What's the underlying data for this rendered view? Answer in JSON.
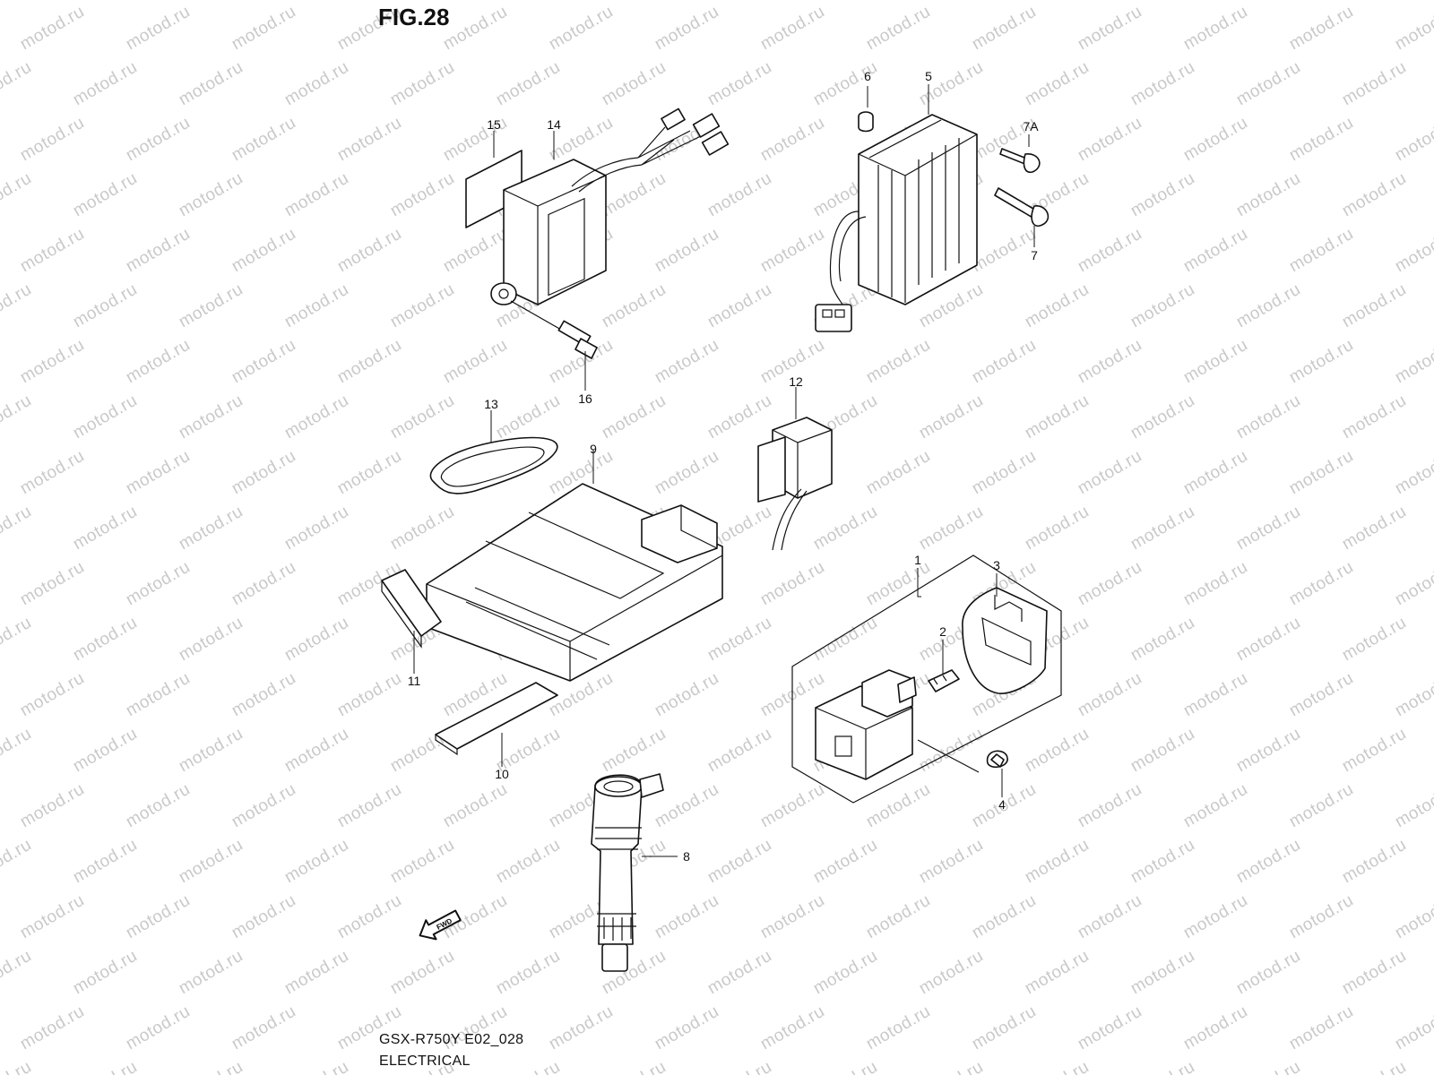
{
  "figure": {
    "title": "FIG.28",
    "model_code": "GSX-R750Y E02_028",
    "section": "ELECTRICAL",
    "watermark": "motod.ru",
    "fwd_marker": "FWD"
  },
  "callouts": [
    {
      "id": "c1",
      "text": "1"
    },
    {
      "id": "c2",
      "text": "2"
    },
    {
      "id": "c3",
      "text": "3"
    },
    {
      "id": "c4",
      "text": "4"
    },
    {
      "id": "c5",
      "text": "5"
    },
    {
      "id": "c6",
      "text": "6"
    },
    {
      "id": "c7",
      "text": "7"
    },
    {
      "id": "c7a",
      "text": "7A"
    },
    {
      "id": "c8",
      "text": "8"
    },
    {
      "id": "c9",
      "text": "9"
    },
    {
      "id": "c10",
      "text": "10"
    },
    {
      "id": "c11",
      "text": "11"
    },
    {
      "id": "c12",
      "text": "12"
    },
    {
      "id": "c13",
      "text": "13"
    },
    {
      "id": "c14",
      "text": "14"
    },
    {
      "id": "c15",
      "text": "15"
    },
    {
      "id": "c16",
      "text": "16"
    }
  ]
}
